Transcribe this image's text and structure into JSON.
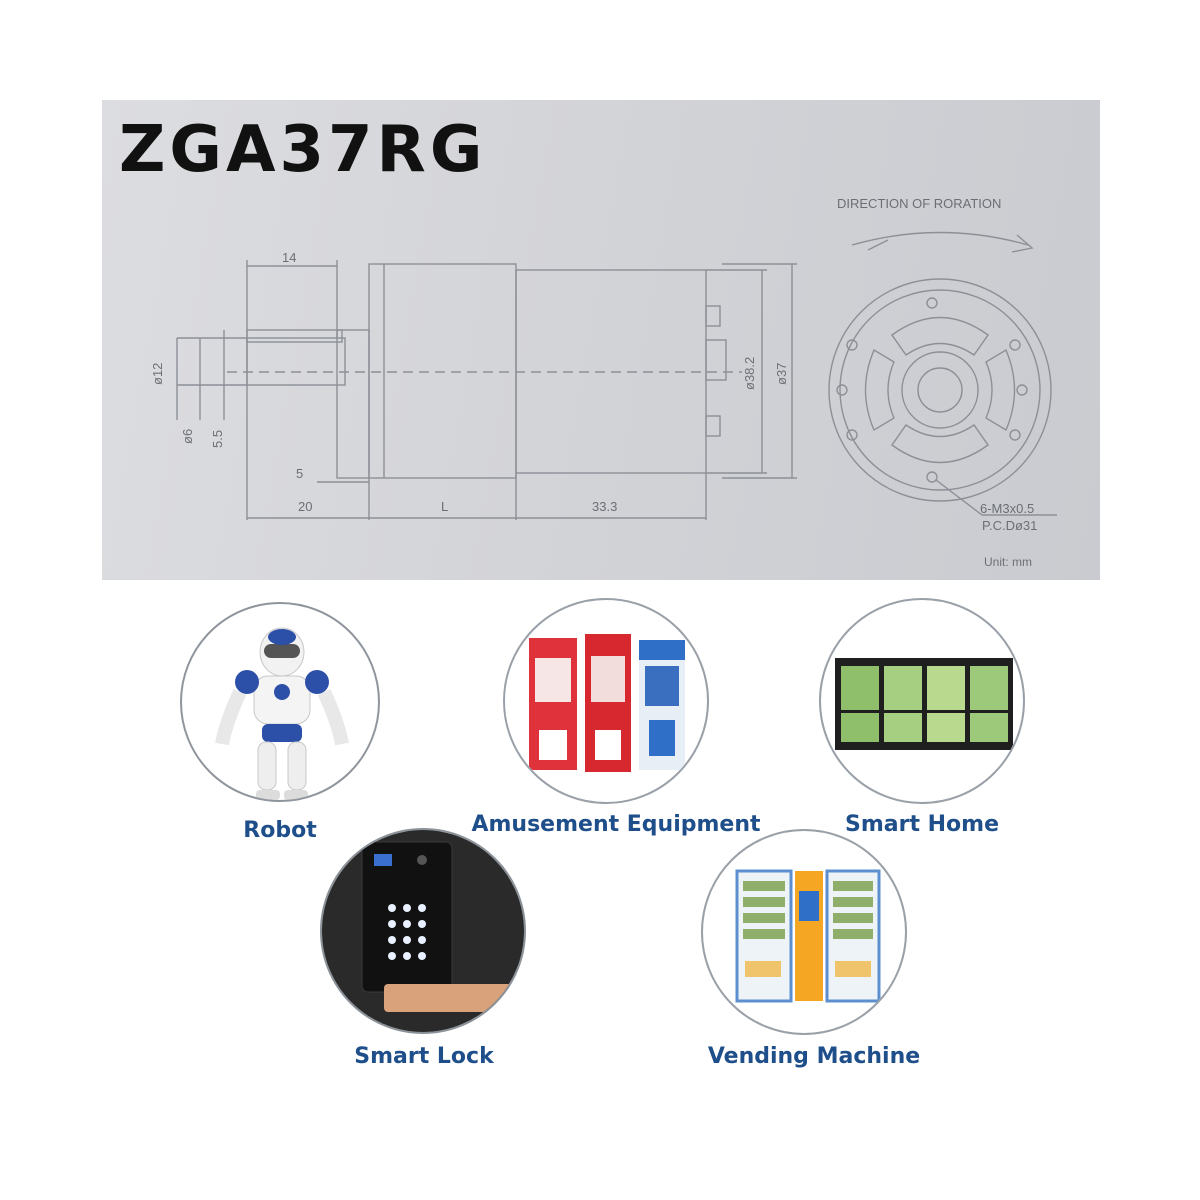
{
  "drawing": {
    "model": "ZGA37RG",
    "rotation_label": "DIRECTION OF RORATION",
    "dims": {
      "shaft_len": "14",
      "shaft_dia": "ø12",
      "d6": "ø6",
      "d55": "5.5",
      "d5": "5",
      "d20": "20",
      "dL": "L",
      "d333": "33.3",
      "d382": "ø38.2",
      "d37": "ø37"
    },
    "screws": "6-M3x0.5",
    "pcd": "P.C.Dø31",
    "unit": "Unit: mm"
  },
  "applications": [
    {
      "label": "Robot",
      "icon": "robot-icon"
    },
    {
      "label": "Amusement Equipment",
      "icon": "arcade-machine-icon"
    },
    {
      "label": "Smart Home",
      "icon": "window-icon"
    },
    {
      "label": "Smart Lock",
      "icon": "smart-lock-icon"
    },
    {
      "label": "Vending Machine",
      "icon": "vending-machine-icon"
    }
  ],
  "colors": {
    "label": "#1f4f8a",
    "robot_accent": "#2c4fa8",
    "arcade_red": "#e0323a",
    "lock_gold": "#d9a27a"
  }
}
